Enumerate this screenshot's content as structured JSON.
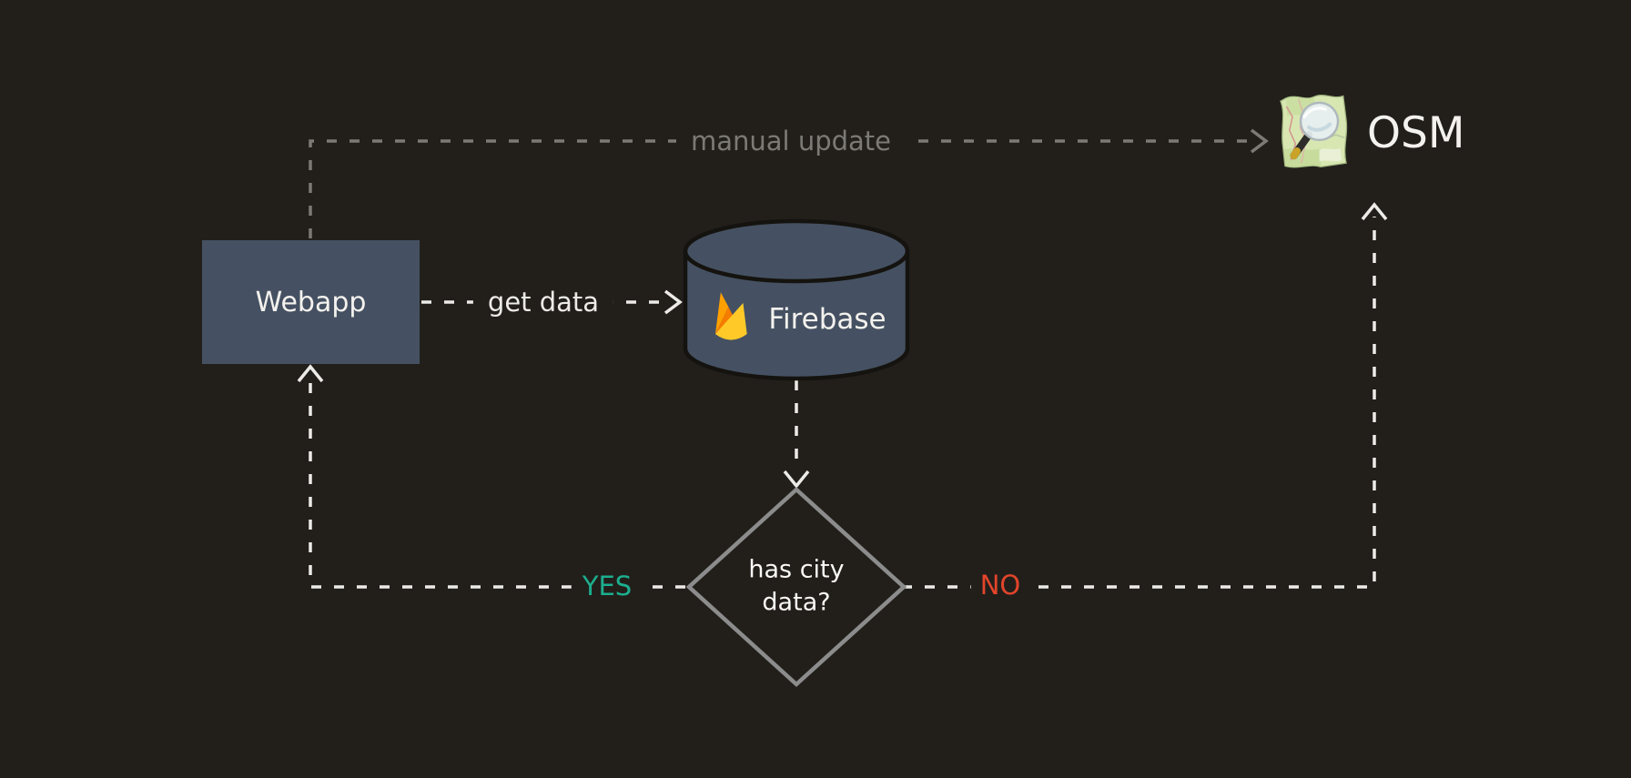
{
  "diagram": {
    "background_color": "#221F1B",
    "nodes": {
      "webapp": {
        "label": "Webapp",
        "shape": "rectangle",
        "fill": "#455162"
      },
      "firebase": {
        "label": "Firebase",
        "shape": "database-cylinder",
        "fill": "#455162",
        "icon": "firebase-flame-icon"
      },
      "osm": {
        "label": "OSM",
        "icon": "openstreetmap-icon"
      },
      "decision": {
        "label": "has city data?",
        "shape": "diamond",
        "stroke_color": "#8C8C8C"
      }
    },
    "edges": {
      "manual_update": {
        "label": "manual update",
        "from": "webapp",
        "to": "osm",
        "style": "dashed",
        "color": "#7C7A75"
      },
      "get_data": {
        "label": "get data",
        "from": "webapp",
        "to": "firebase",
        "style": "dashed",
        "color": "#EDEBE7"
      },
      "firebase_to_decision": {
        "label": "",
        "from": "firebase",
        "to": "decision",
        "style": "dashed",
        "color": "#EDEBE7"
      },
      "yes_branch": {
        "label": "YES",
        "from": "decision",
        "to": "webapp",
        "style": "dashed",
        "color": "#1CAF8F"
      },
      "no_branch": {
        "label": "NO",
        "from": "decision",
        "to": "osm",
        "style": "dashed",
        "color": "#E3452B"
      }
    }
  }
}
